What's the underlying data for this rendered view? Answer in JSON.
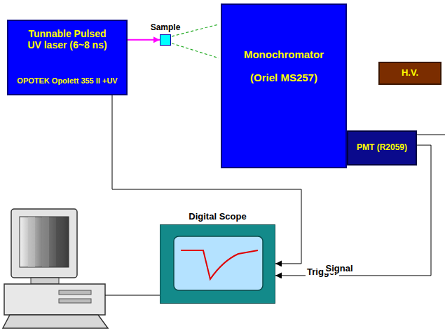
{
  "diagram": {
    "nodes": [
      {
        "text": [
          "Tunnable Pulsed UV laser (6~8 ns)",
          "OPOTEK Opolett 355 II +UV"
        ]
      },
      {
        "text": [
          "Sample"
        ]
      },
      {
        "text": [
          "Monochromator",
          "(Oriel MS257)"
        ]
      },
      {
        "text": [
          "H.V."
        ]
      },
      {
        "text": [
          "PMT (R2059)"
        ]
      },
      {
        "text": [
          "Digital Scope"
        ]
      }
    ],
    "edges": [
      {
        "from": 0,
        "to": 1,
        "arrow": "to"
      },
      {
        "from": 1,
        "to": 2,
        "arrow": "none"
      },
      {
        "from": 0,
        "to": 5,
        "arrow": "to",
        "label": "Trigger"
      },
      {
        "from": 4,
        "to": 5,
        "arrow": "to",
        "label": "Signal"
      }
    ]
  }
}
